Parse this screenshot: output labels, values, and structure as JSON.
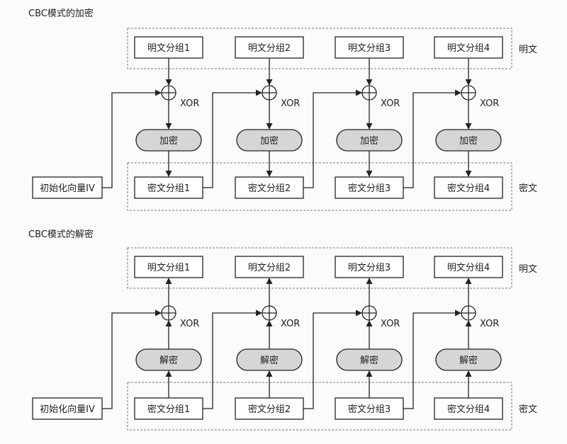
{
  "encryption": {
    "title": "CBC模式的加密",
    "iv_label": "初始化向量IV",
    "plaintext_row_label": "明文",
    "ciphertext_row_label": "密文",
    "plaintext_blocks": [
      "明文分组1",
      "明文分组2",
      "明文分组3",
      "明文分组4"
    ],
    "cipher_op": [
      "加密",
      "加密",
      "加密",
      "加密"
    ],
    "xor_label": [
      "XOR",
      "XOR",
      "XOR",
      "XOR"
    ],
    "ciphertext_blocks": [
      "密文分组1",
      "密文分组2",
      "密文分组3",
      "密文分组4"
    ]
  },
  "decryption": {
    "title": "CBC模式的解密",
    "iv_label": "初始化向量IV",
    "plaintext_row_label": "明文",
    "ciphertext_row_label": "密文",
    "plaintext_blocks": [
      "明文分组1",
      "明文分组2",
      "明文分组3",
      "明文分组4"
    ],
    "cipher_op": [
      "解密",
      "解密",
      "解密",
      "解密"
    ],
    "xor_label": [
      "XOR",
      "XOR",
      "XOR",
      "XOR"
    ],
    "ciphertext_blocks": [
      "密文分组1",
      "密文分组2",
      "密文分组3",
      "密文分组4"
    ]
  }
}
